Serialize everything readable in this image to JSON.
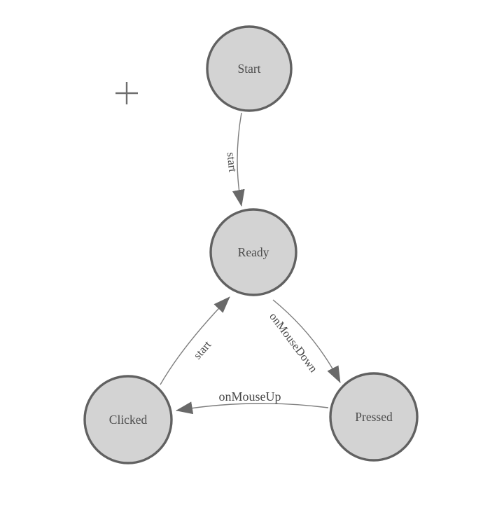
{
  "app": {
    "type": "state-machine-diagram",
    "background": "#ffffff"
  },
  "colors": {
    "node_fill": "#d3d3d3",
    "node_stroke": "#616161",
    "edge_stroke": "#7d7d7d",
    "arrow_fill": "#696969",
    "label_text": "#4d4d4d",
    "crosshair": "#6e6e6e"
  },
  "diagram": {
    "nodes": [
      {
        "id": "start",
        "label": "Start"
      },
      {
        "id": "ready",
        "label": "Ready"
      },
      {
        "id": "clicked",
        "label": "Clicked"
      },
      {
        "id": "pressed",
        "label": "Pressed"
      }
    ],
    "edges": [
      {
        "from": "start",
        "to": "ready",
        "label": "start"
      },
      {
        "from": "ready",
        "to": "pressed",
        "label": "onMouseDown"
      },
      {
        "from": "pressed",
        "to": "clicked",
        "label": "onMouseUp"
      },
      {
        "from": "clicked",
        "to": "ready",
        "label": "start"
      }
    ]
  }
}
